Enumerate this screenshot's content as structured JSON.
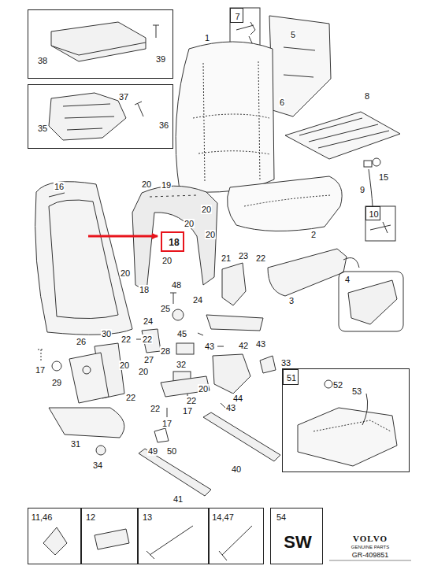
{
  "diagram": {
    "nodes": [
      {
        "text": [
          "38",
          "39"
        ]
      },
      {
        "text": [
          "7"
        ]
      },
      {
        "text": [
          "35",
          "37",
          "36"
        ]
      },
      {
        "text": [
          "10"
        ]
      },
      {
        "text": [
          "18"
        ]
      },
      {
        "text": [
          "52",
          "53"
        ]
      },
      {
        "text": [
          "51"
        ],
        "in": 5
      },
      {
        "text": [
          "11,46"
        ]
      },
      {
        "text": [
          "12"
        ]
      },
      {
        "text": [
          "13"
        ]
      },
      {
        "text": [
          "14,47"
        ]
      },
      {
        "text": [
          "54",
          "SW"
        ]
      }
    ],
    "labels": [
      "1",
      "5",
      "6",
      "8",
      "15",
      "9",
      "16",
      "20",
      "19",
      "20",
      "20",
      "20",
      "2",
      "20",
      "20",
      "21",
      "23",
      "22",
      "4",
      "18",
      "48",
      "3",
      "25",
      "24",
      "24",
      "30",
      "22",
      "22",
      "45",
      "26",
      "43",
      "42",
      "43",
      "28",
      "27",
      "20",
      "32",
      "33",
      "17",
      "20",
      "29",
      "20",
      "44",
      "22",
      "22",
      "22",
      "17",
      "43",
      "17",
      "31",
      "49",
      "50",
      "40",
      "34",
      "41",
      "VOLVO",
      "GENUINE PARTS",
      "GR-409851"
    ]
  }
}
